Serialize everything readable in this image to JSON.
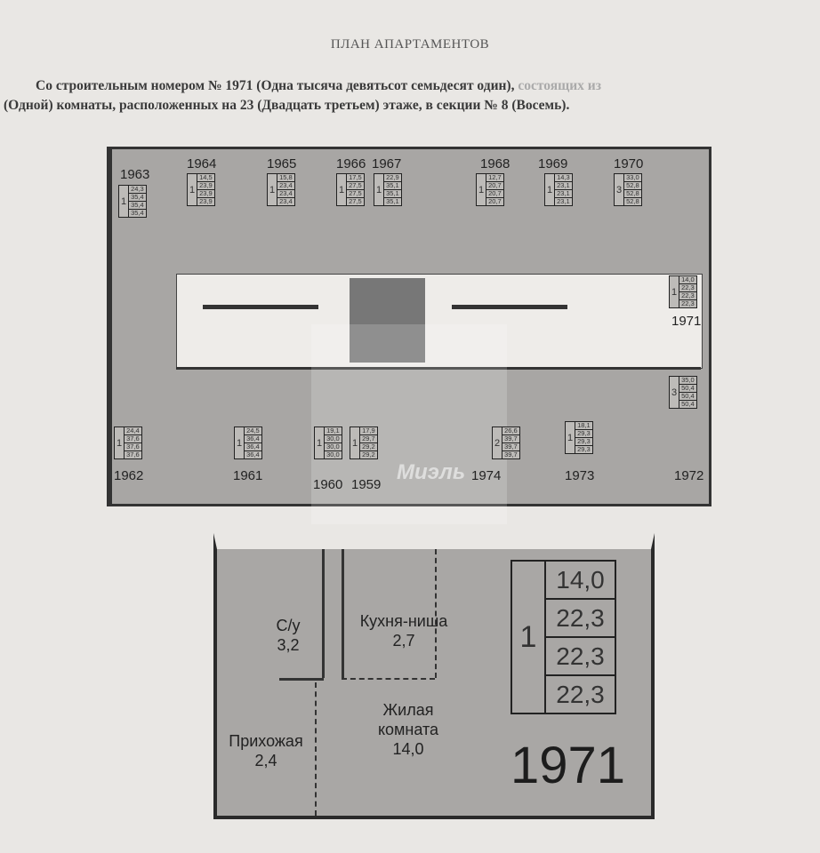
{
  "document": {
    "title": "ПЛАН АПАРТАМЕНТОВ",
    "line1": "Со строительным номером № 1971 (Одна тысяча девятьсот семьдесят один),",
    "line1_faded": " состоящих из",
    "line2": "(Одной) комнаты, расположенных на 23 (Двадцать третьем) этаже, в секции № 8 (Восемь)."
  },
  "floor_plan": {
    "apartments": [
      {
        "number": "1963",
        "rooms": "1",
        "areas": [
          "24,3",
          "35,4",
          "35,4",
          "35,4"
        ]
      },
      {
        "number": "1964",
        "rooms": "1",
        "areas": [
          "14,5",
          "23,9",
          "23,9",
          "23,9"
        ]
      },
      {
        "number": "1965",
        "rooms": "1",
        "areas": [
          "15,8",
          "23,4",
          "23,4",
          "23,4"
        ]
      },
      {
        "number": "1966",
        "rooms": "1",
        "areas": [
          "17,5",
          "27,5",
          "27,5",
          "27,5"
        ]
      },
      {
        "number": "1967",
        "rooms": "1",
        "areas": [
          "22,9",
          "35,1",
          "35,1",
          "35,1"
        ]
      },
      {
        "number": "1968",
        "rooms": "1",
        "areas": [
          "12,7",
          "20,7",
          "20,7",
          "20,7"
        ]
      },
      {
        "number": "1969",
        "rooms": "1",
        "areas": [
          "14,3",
          "23,1",
          "23,1",
          "23,1"
        ]
      },
      {
        "number": "1970",
        "rooms": "3",
        "areas": [
          "33,0",
          "52,8",
          "52,8",
          "52,8"
        ]
      },
      {
        "number": "1971",
        "rooms": "1",
        "areas": [
          "14,0",
          "22,3",
          "22,3",
          "22,3"
        ]
      },
      {
        "number": "1972",
        "rooms": "3",
        "areas": [
          "35,0",
          "50,4",
          "50,4",
          "50,4"
        ]
      },
      {
        "number": "1973",
        "rooms": "1",
        "areas": [
          "18,1",
          "29,3",
          "29,3",
          "29,3"
        ]
      },
      {
        "number": "1974",
        "rooms": "2",
        "areas": [
          "26,6",
          "39,7",
          "39,7",
          "39,7"
        ]
      },
      {
        "number": "1959",
        "rooms": "1",
        "areas": [
          "17,9",
          "29,7",
          "29,2",
          "29,2"
        ]
      },
      {
        "number": "1960",
        "rooms": "1",
        "areas": [
          "19,1",
          "30,0",
          "30,0",
          "30,0"
        ]
      },
      {
        "number": "1961",
        "rooms": "1",
        "areas": [
          "24,5",
          "36,4",
          "36,4",
          "36,4"
        ]
      },
      {
        "number": "1962",
        "rooms": "1",
        "areas": [
          "24,4",
          "37,6",
          "37,6",
          "37,6"
        ]
      }
    ]
  },
  "detail_plan": {
    "number": "1971",
    "rooms": "1",
    "areas": [
      "14,0",
      "22,3",
      "22,3",
      "22,3"
    ],
    "bathroom": {
      "label": "С/у",
      "area": "3,2"
    },
    "kitchen": {
      "label": "Кухня-ниша",
      "area": "2,7"
    },
    "hall": {
      "label": "Прихожая",
      "area": "2,4"
    },
    "living": {
      "label1": "Жилая",
      "label2": "комната",
      "area": "14,0"
    }
  },
  "watermark": "Миэль"
}
